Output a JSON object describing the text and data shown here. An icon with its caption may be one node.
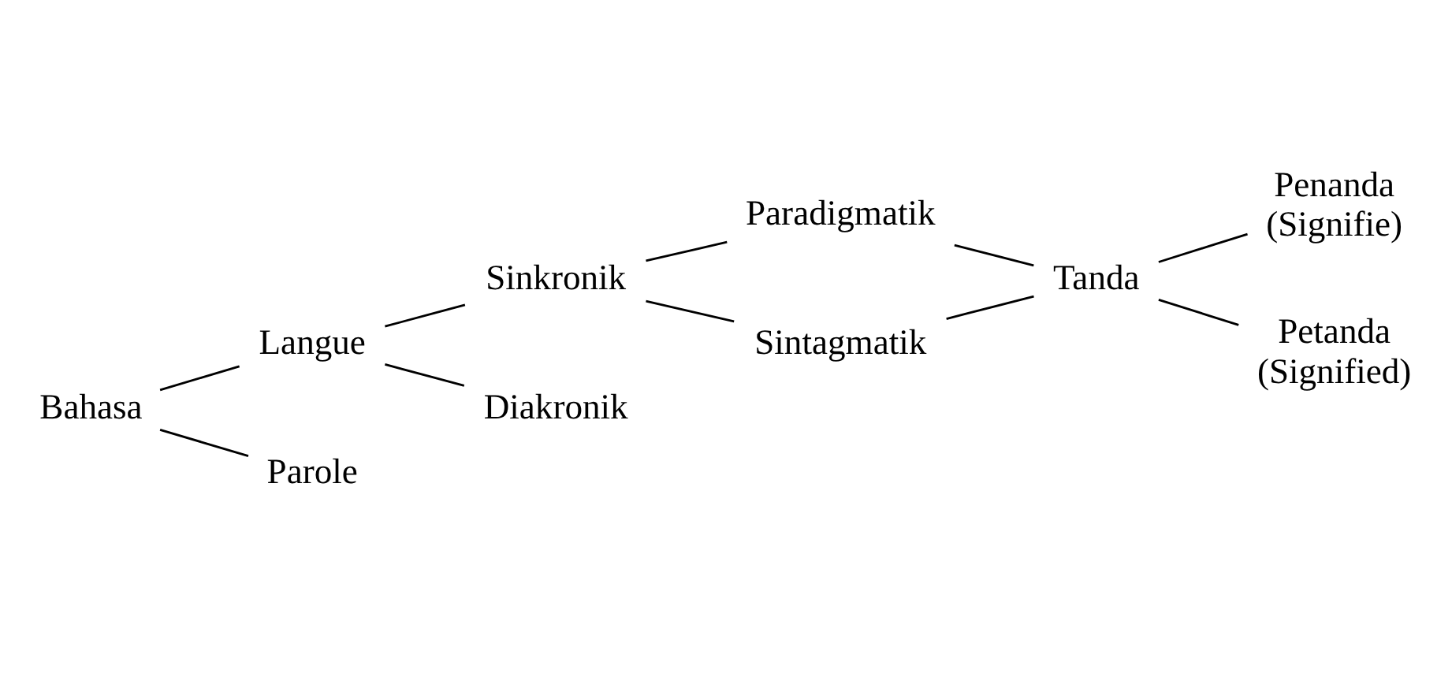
{
  "diagram": {
    "nodes": [
      {
        "text": [
          "Bahasa"
        ]
      },
      {
        "text": [
          "Langue"
        ]
      },
      {
        "text": [
          "Parole"
        ]
      },
      {
        "text": [
          "Sinkronik"
        ]
      },
      {
        "text": [
          "Diakronik"
        ]
      },
      {
        "text": [
          "Paradigmatik"
        ]
      },
      {
        "text": [
          "Sintagmatik"
        ]
      },
      {
        "text": [
          "Tanda"
        ]
      },
      {
        "text": [
          "Penanda",
          "(Signifie)"
        ]
      },
      {
        "text": [
          "Petanda",
          "(Signified)"
        ]
      }
    ],
    "edges": [
      {
        "from": 0,
        "to": 1,
        "arrow": "none"
      },
      {
        "from": 0,
        "to": 2,
        "arrow": "none"
      },
      {
        "from": 1,
        "to": 3,
        "arrow": "none"
      },
      {
        "from": 1,
        "to": 4,
        "arrow": "none"
      },
      {
        "from": 3,
        "to": 5,
        "arrow": "none"
      },
      {
        "from": 3,
        "to": 6,
        "arrow": "none"
      },
      {
        "from": 5,
        "to": 7,
        "arrow": "none"
      },
      {
        "from": 6,
        "to": 7,
        "arrow": "none"
      },
      {
        "from": 7,
        "to": 8,
        "arrow": "none"
      },
      {
        "from": 7,
        "to": 9,
        "arrow": "none"
      }
    ]
  }
}
